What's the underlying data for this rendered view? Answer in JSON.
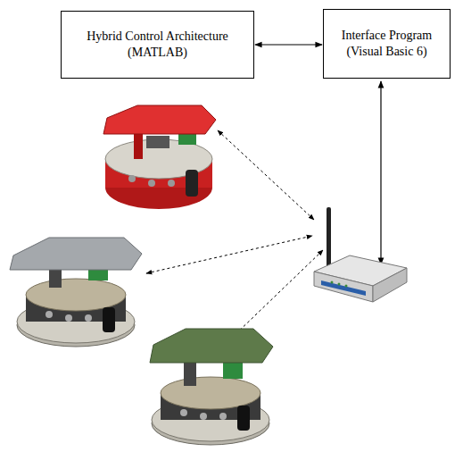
{
  "diagram": {
    "nodes": [
      {
        "text": [
          "Hybrid Control Architecture (MATLAB)"
        ]
      },
      {
        "text": [
          "Interface Program (Visual Basic 6)"
        ]
      }
    ],
    "edges": [
      {
        "from": 0,
        "to": 1,
        "arrow": "both"
      }
    ]
  }
}
